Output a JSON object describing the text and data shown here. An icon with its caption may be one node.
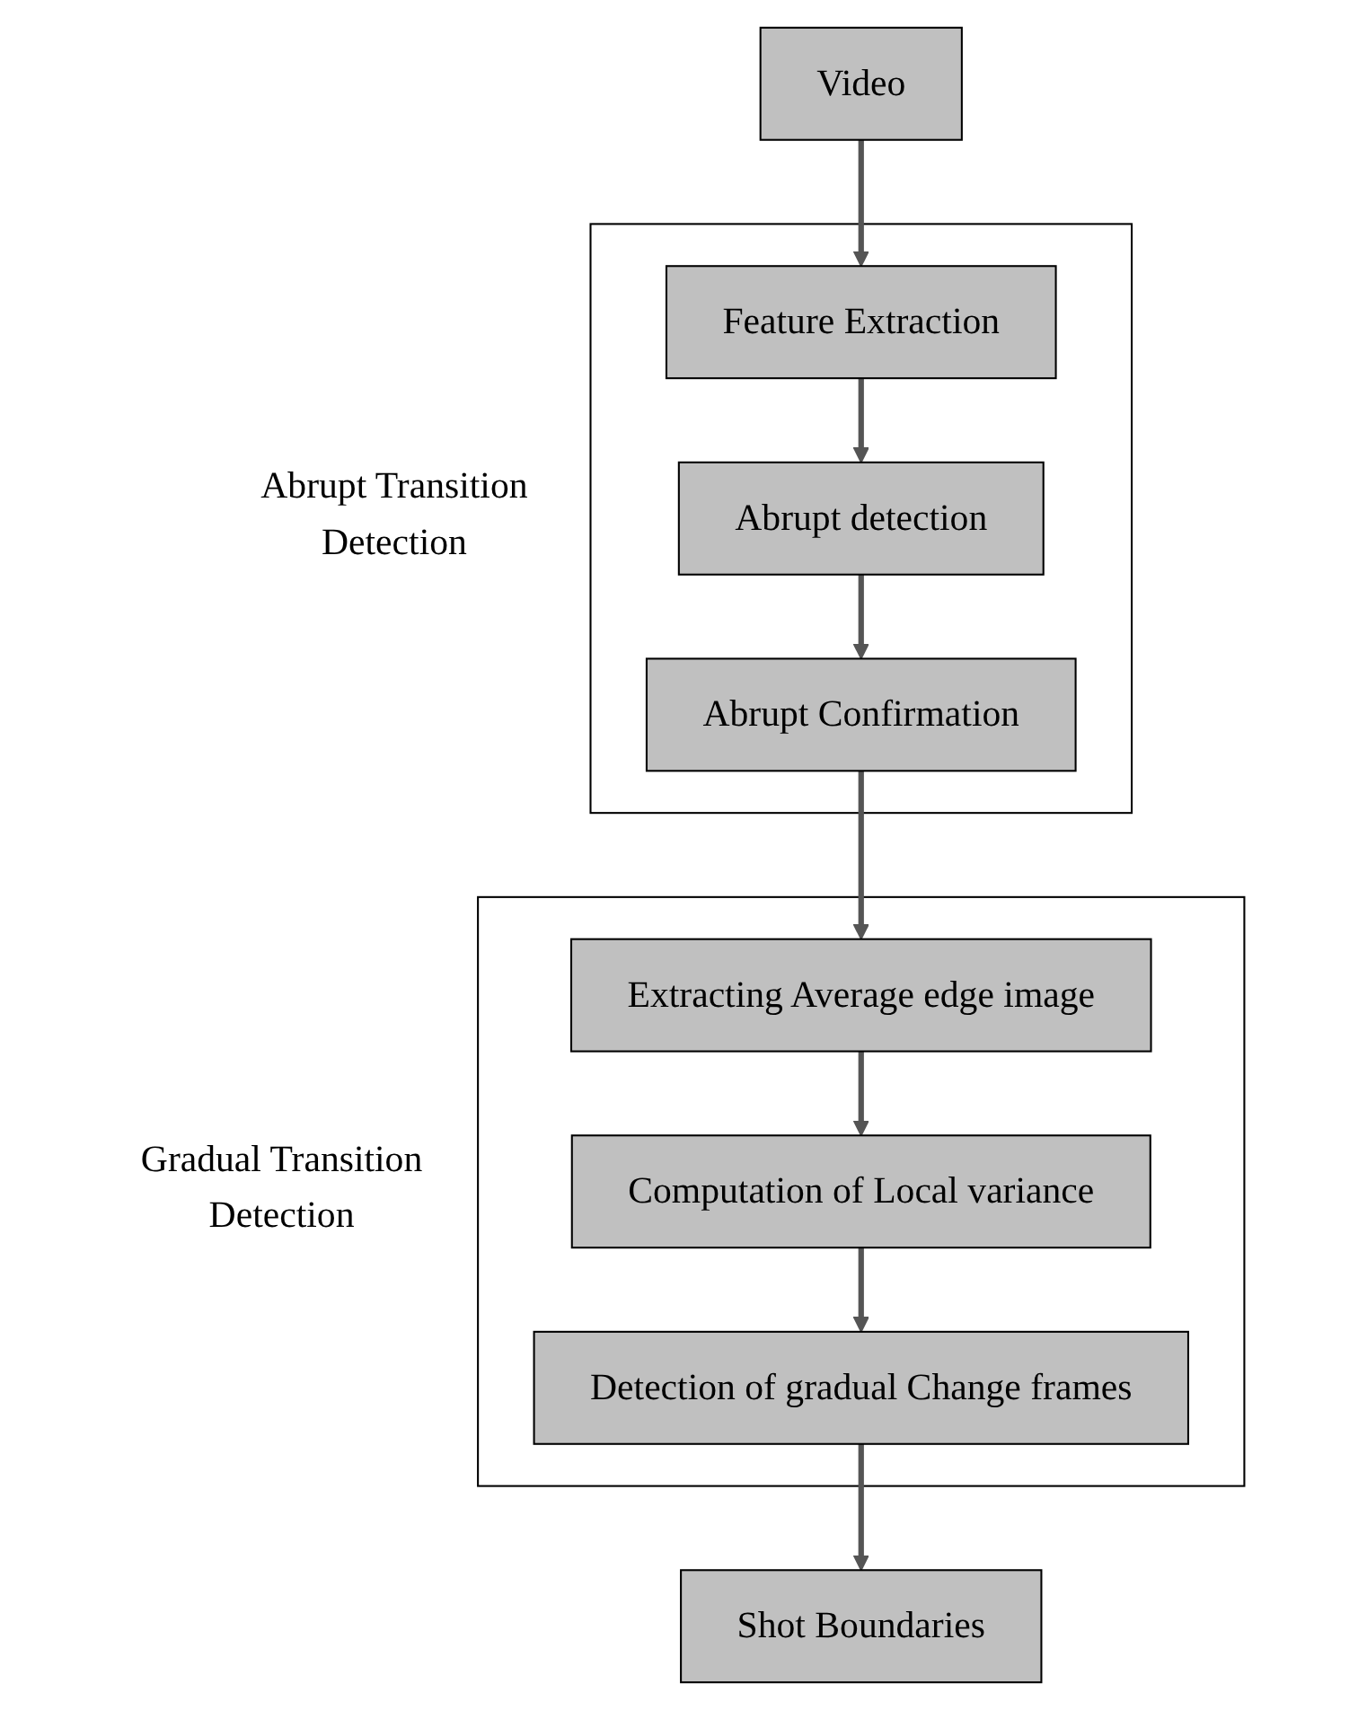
{
  "diagram": {
    "nodes": [
      {
        "text": [
          "Video"
        ]
      },
      {
        "text": [
          "Abrupt Transition Detection"
        ]
      },
      {
        "text": [
          "Feature Extraction"
        ],
        "in": 1
      },
      {
        "text": [
          "Abrupt detection"
        ],
        "in": 1
      },
      {
        "text": [
          "Abrupt Confirmation"
        ],
        "in": 1
      },
      {
        "text": [
          "Gradual Transition Detection"
        ]
      },
      {
        "text": [
          "Extracting Average edge image"
        ],
        "in": 5
      },
      {
        "text": [
          "Computation of Local variance"
        ],
        "in": 5
      },
      {
        "text": [
          "Detection of gradual Change frames"
        ],
        "in": 5
      },
      {
        "text": [
          "Shot Boundaries"
        ]
      }
    ],
    "edges": [
      {
        "from": 0,
        "to": 2,
        "arrow": "to"
      },
      {
        "from": 2,
        "to": 3,
        "arrow": "to"
      },
      {
        "from": 3,
        "to": 4,
        "arrow": "to"
      },
      {
        "from": 4,
        "to": 6,
        "arrow": "to"
      },
      {
        "from": 6,
        "to": 7,
        "arrow": "to"
      },
      {
        "from": 7,
        "to": 8,
        "arrow": "to"
      },
      {
        "from": 8,
        "to": 9,
        "arrow": "to"
      }
    ]
  }
}
